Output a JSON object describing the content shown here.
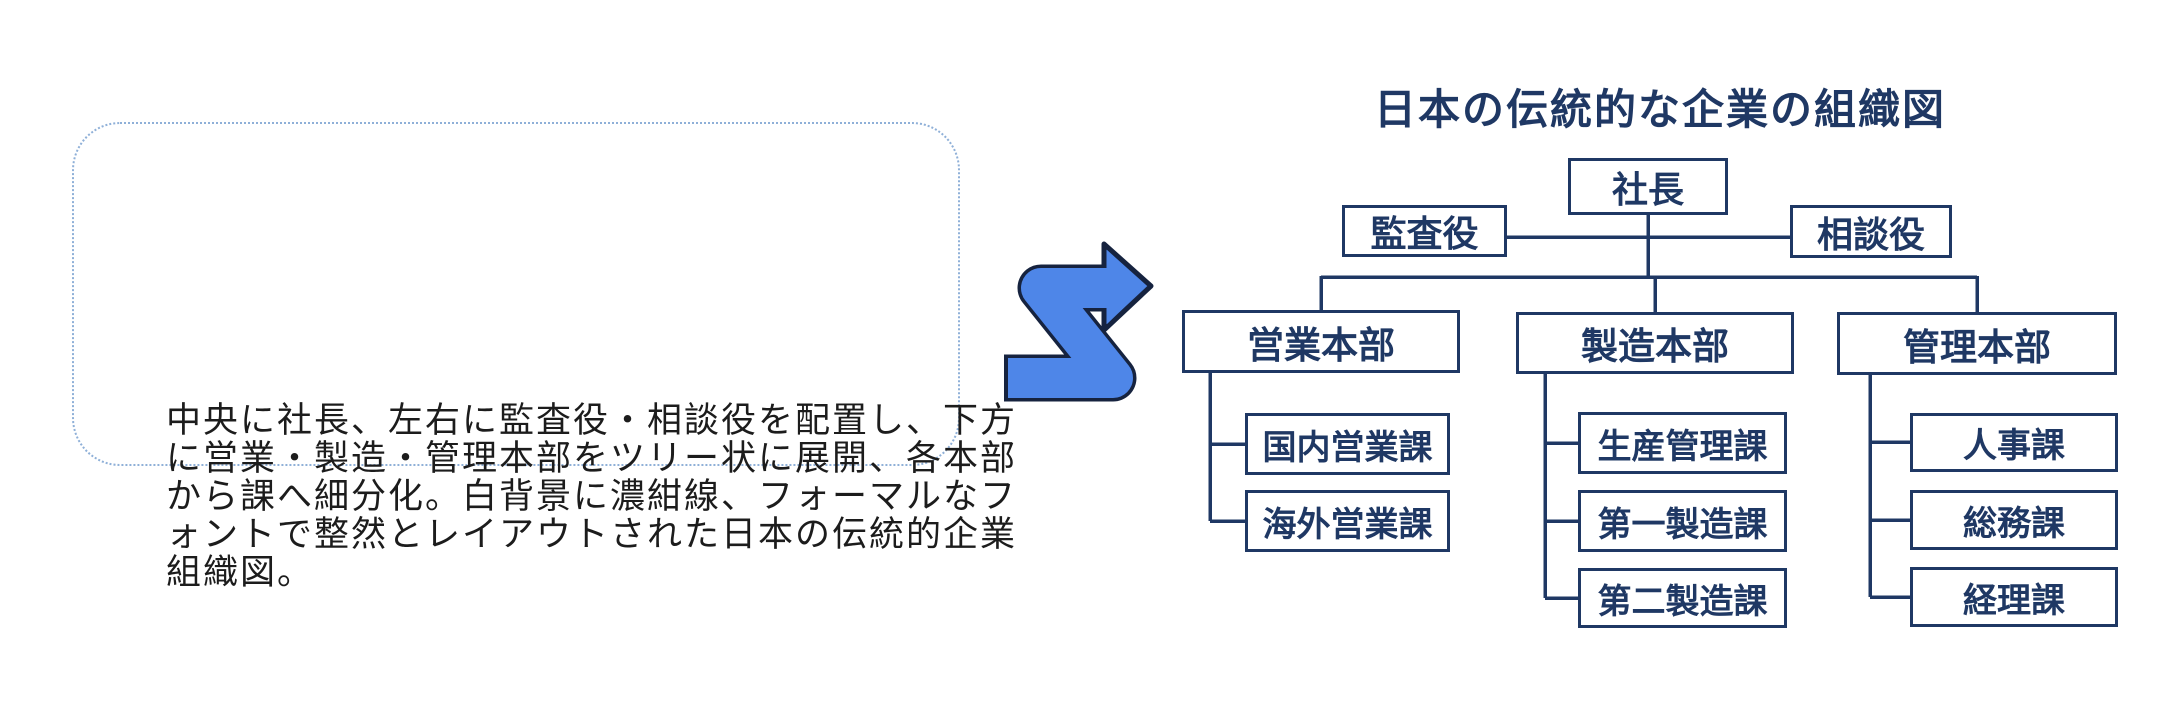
{
  "description": {
    "text": "中央に社長、左右に監査役・相談役を配置し、下方に営業・製造・管理本部をツリー状に展開、各本部から課へ細分化。白背景に濃紺線、フォーマルなフォントで整然とレイアウトされた日本の伝統的企業組織図。"
  },
  "arrow": {
    "meaning": "transform / generate",
    "fill": "#4e86e8",
    "outline": "#16233f"
  },
  "chart": {
    "title": "日本の伝統的な企業の組織図",
    "colors": {
      "line": "#1f3864",
      "box_fill": "#ffffff"
    },
    "nodes": {
      "president": "社長",
      "auditor": "監査役",
      "advisor": "相談役",
      "divisions": [
        {
          "label": "営業本部",
          "children": [
            "国内営業課",
            "海外営業課"
          ]
        },
        {
          "label": "製造本部",
          "children": [
            "生産管理課",
            "第一製造課",
            "第二製造課"
          ]
        },
        {
          "label": "管理本部",
          "children": [
            "人事課",
            "総務課",
            "経理課"
          ]
        }
      ]
    }
  }
}
